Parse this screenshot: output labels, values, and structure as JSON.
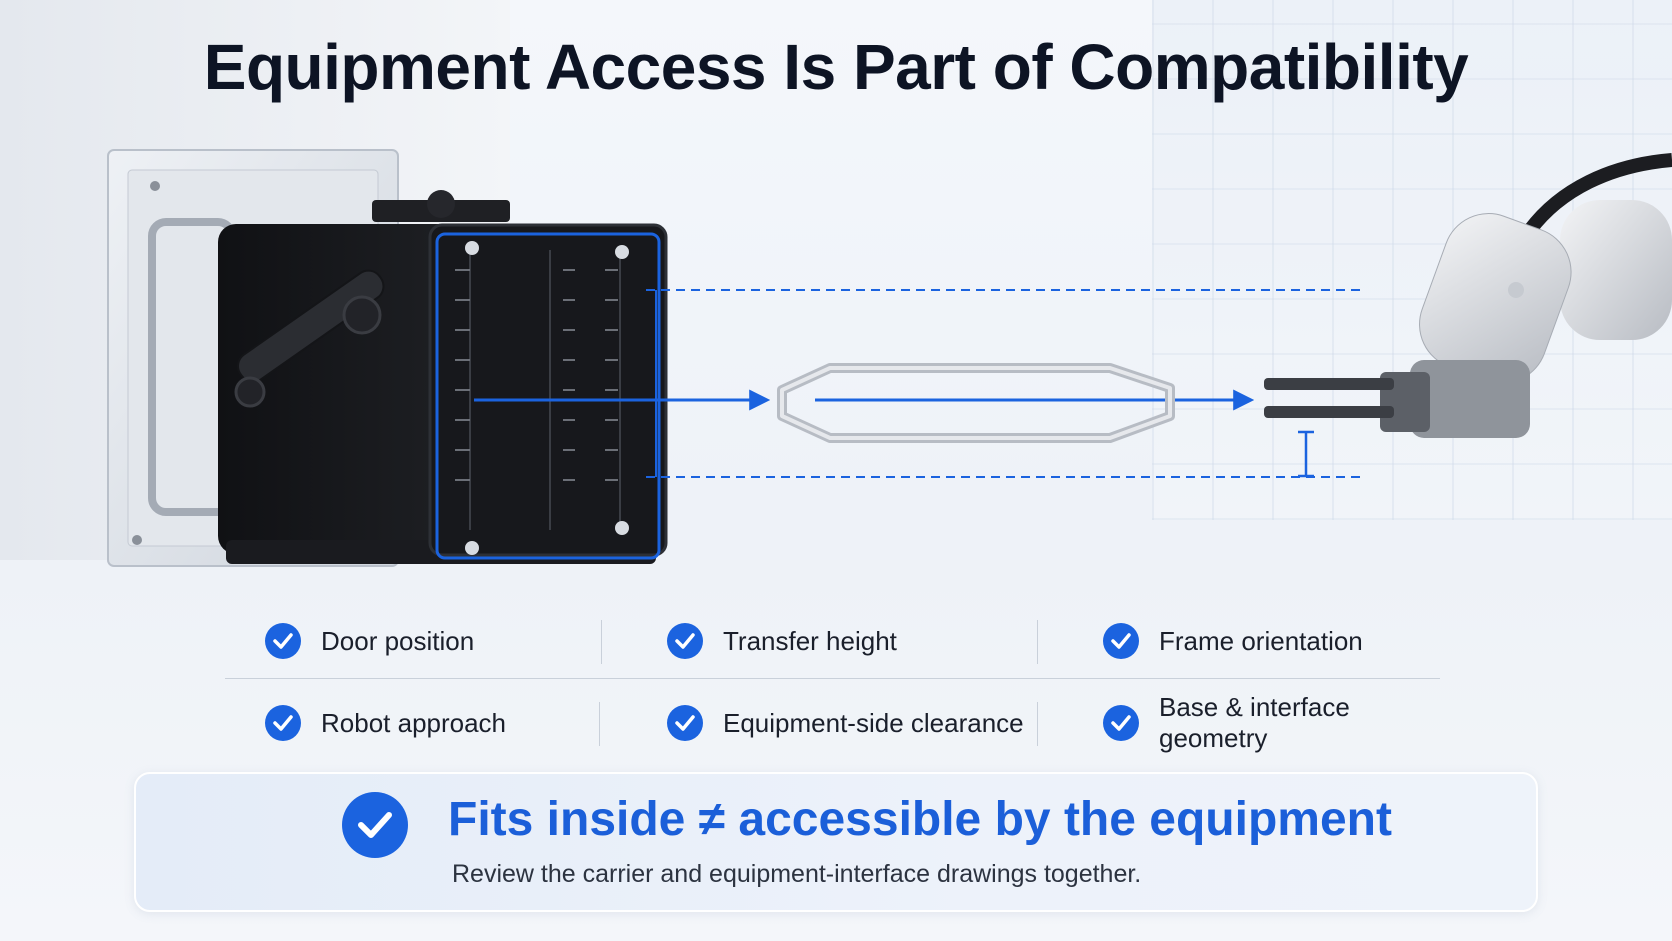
{
  "title": "Equipment Access Is Part of Compatibility",
  "checklist": [
    {
      "label": "Door position"
    },
    {
      "label": "Transfer height"
    },
    {
      "label": "Frame orientation"
    },
    {
      "label": "Robot approach"
    },
    {
      "label": "Equipment-side clearance"
    },
    {
      "label": "Base & interface geometry"
    }
  ],
  "callout": {
    "headline": "Fits inside ≠ accessible by the equipment",
    "subtext": "Review the carrier and equipment-interface drawings together."
  },
  "colors": {
    "accent": "#1b63df",
    "headline": "#1b5fd9",
    "title": "#0d1424",
    "carrier": "#1c1d21"
  },
  "icons": [
    "check-circle-icon",
    "arrow-right-icon",
    "height-dimension-icon"
  ]
}
